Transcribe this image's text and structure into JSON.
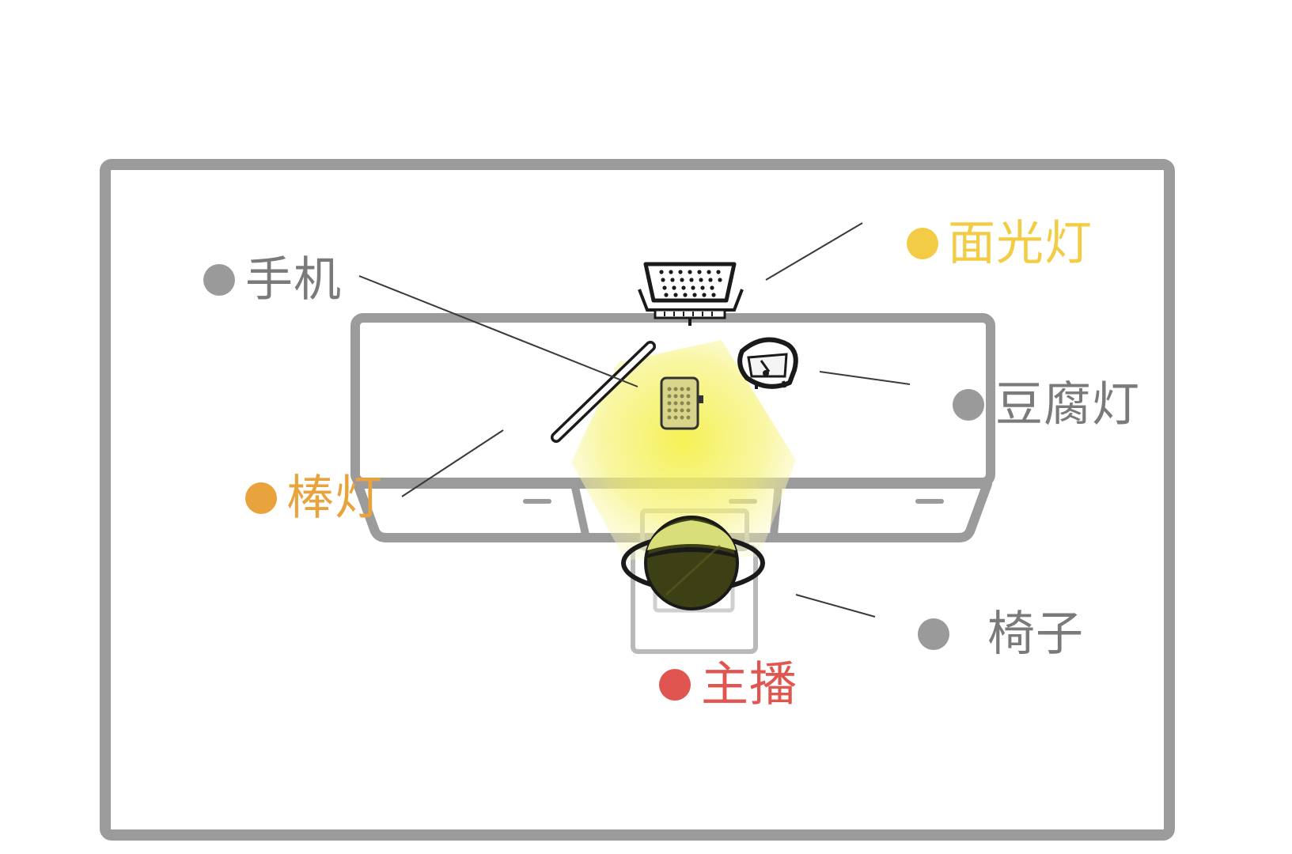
{
  "colors": {
    "outline": "#9b9b9b",
    "leader": "#3a3a3a",
    "gray_dot": "#9a9a9a",
    "gray_text": "#7a7a7a",
    "face_light": "#f2cc44",
    "stick_light": "#e8a33d",
    "host": "#e05550",
    "glow": "#f5f06a"
  },
  "labels": {
    "phone": "手机",
    "face_light": "面光灯",
    "tofu_light": "豆腐灯",
    "stick_light": "棒灯",
    "chair": "椅子",
    "host": "主播"
  },
  "icons": {
    "phone": "phone-icon",
    "face_light": "panel-light-icon",
    "tofu_light": "tofu-light-icon",
    "stick_light": "light-stick-icon",
    "host": "person-topdown-icon",
    "chair": "chair-icon"
  }
}
